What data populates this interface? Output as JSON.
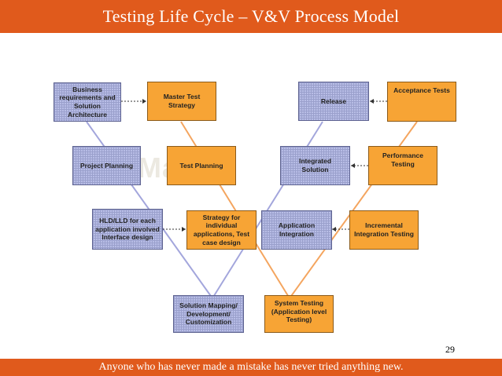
{
  "title": "Testing Life Cycle – V&V Process Model",
  "footer": "Anyone who has never made a mistake has never tried anything new.",
  "page_number": "29",
  "watermark": "Mac",
  "boxes": {
    "business": "Business\nrequirements and\nSolution\nArchitecture",
    "master_test_strategy": "Master Test Strategy",
    "release": "Release",
    "acceptance_tests": "Acceptance Tests",
    "project_planning": "Project Planning",
    "test_planning": "Test Planning",
    "integrated_solution": "Integrated\nSolution",
    "performance_testing": "Performance\nTesting",
    "hld_lld": "HLD/LLD for each\napplication involved\nInterface design",
    "strategy_individual": "Strategy for\nindividual\napplications, Test\ncase design",
    "application_integration": "Application\nIntegration",
    "incremental_integration": "Incremental\nIntegration Testing",
    "solution_mapping": "Solution Mapping/\nDevelopment/\nCustomization",
    "system_testing": "System Testing\n(Application level\nTesting)"
  },
  "colors": {
    "banner": "#e05a1c",
    "orange_box": "#f7a435",
    "blue_box": "#b8bde6",
    "blue_line": "#a3a6dc",
    "orange_line": "#f4a55f"
  }
}
